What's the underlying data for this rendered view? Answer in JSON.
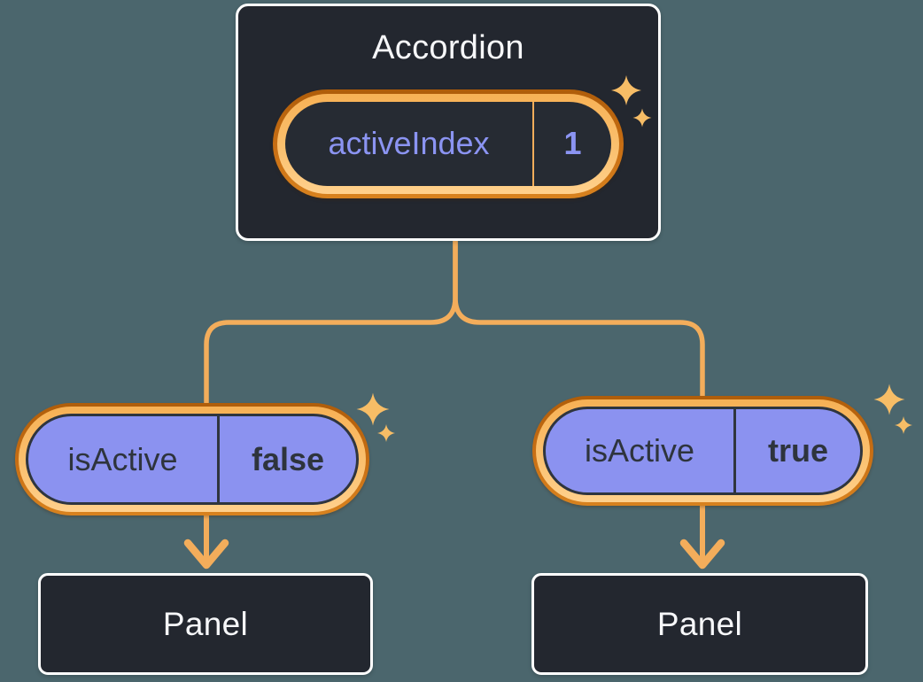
{
  "diagram": {
    "description": "React component tree: Accordion holding activeIndex state, passing isActive props to two Panels",
    "accordion": {
      "title": "Accordion",
      "pill": {
        "label": "activeIndex",
        "value": "1"
      }
    },
    "left_branch": {
      "pill": {
        "label": "isActive",
        "value": "false"
      },
      "panel": {
        "label": "Panel"
      }
    },
    "right_branch": {
      "pill": {
        "label": "isActive",
        "value": "true"
      },
      "panel": {
        "label": "Panel"
      }
    }
  },
  "icons": {
    "sparkle": "four-point-star-sparkle",
    "arrow": "downward-arrow"
  },
  "colors": {
    "background": "#4B666D",
    "node_background": "#23272F",
    "node_border": "#FFFFFF",
    "ring_dark_orange": "#C2690F",
    "ring_light_orange": "#FBBD69",
    "connector_orange": "#F3AD5B",
    "sparkle_orange": "#F7BD66",
    "pill_purple_fill": "#8B92F0",
    "purple_text": "#8B94F2",
    "dark_text": "#2E343D",
    "light_text": "#F6F7F9"
  }
}
